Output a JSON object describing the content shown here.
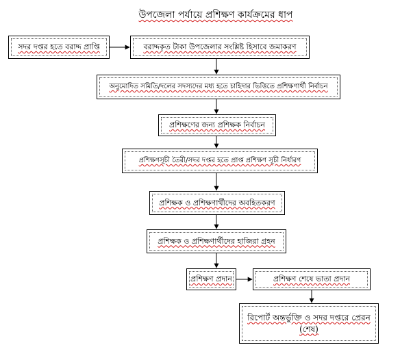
{
  "title": "উপজেলা পর্যায়ে প্রশিক্ষণ কার্যক্রমের ধাপ",
  "steps": {
    "allocation_received": "সদর দপ্তর হতে বরাদ্দ প্রাপ্তি",
    "fund_deposit": "বরাদ্দকৃত টাকা উপজেলার সংশ্লিষ্ট হিসাবে জমাকরণ",
    "trainee_selection": "অনুমোদিত সমিতি/দলের সদস্যদের মধ্য হতে চাহিদার ভিত্তিতে প্রশিক্ষণার্থী নির্বাচন",
    "trainer_selection": "প্রশিক্ষণের জন্য প্রশিক্ষক নির্বাচন",
    "module_and_schedule": "প্রশিক্ষণসূচী তৈরী/সদর দপ্তর হতে প্রাপ্ত প্রশিক্ষণ সূচী নির্ধারণ",
    "informing": "প্রশিক্ষক ও প্রশিক্ষণার্থীদের অবহিতকরণ",
    "attendance": "প্রশিক্ষক ও প্রশিক্ষণার্থীদের হাজিরা গ্রহন",
    "training_delivery": "প্রশিক্ষণ প্রদান",
    "allowance": "প্রশিক্ষণ শেষে ভাতা প্রদান",
    "report": "রিপোর্ট অন্তর্ভুক্তি ও সদর দপ্তরে প্রেরন (শেষ)"
  }
}
